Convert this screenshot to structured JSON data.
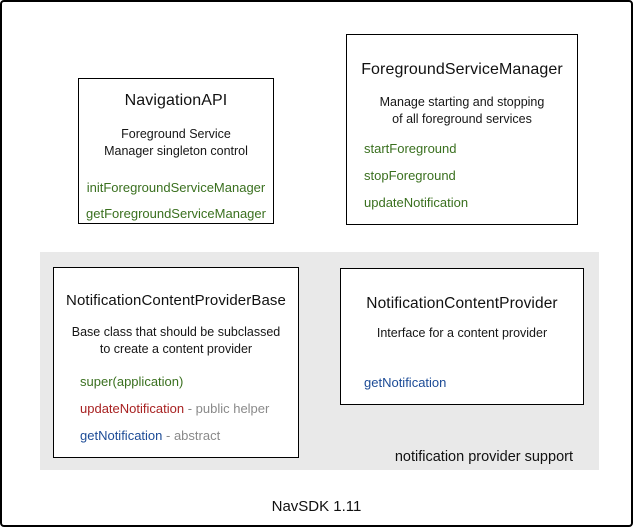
{
  "colors": {
    "green": "#3a701f",
    "red": "#a82222",
    "blue": "#1c4b96",
    "gray": "#8a8a8a",
    "panel_bg": "#e9e9e9"
  },
  "boxes": {
    "navigation_api": {
      "title": "NavigationAPI",
      "description_lines": [
        "Foreground Service",
        "Manager singleton control"
      ],
      "methods": [
        {
          "name": "initForegroundServiceManager"
        },
        {
          "name": "getForegroundServiceManager"
        }
      ]
    },
    "foreground_service_manager": {
      "title": "ForegroundServiceManager",
      "description_lines": [
        "Manage starting and stopping",
        "of all foreground services"
      ],
      "methods": [
        {
          "name": "startForeground"
        },
        {
          "name": "stopForeground"
        },
        {
          "name": "updateNotification"
        }
      ]
    },
    "notification_content_provider_base": {
      "title": "NotificationContentProviderBase",
      "description_lines": [
        "Base class that should be subclassed",
        "to create a content provider"
      ],
      "methods": [
        {
          "name": "super(application)",
          "suffix": ""
        },
        {
          "name": "updateNotification",
          "suffix": " - public helper"
        },
        {
          "name": "getNotification",
          "suffix": " - abstract"
        }
      ]
    },
    "notification_content_provider": {
      "title": "NotificationContentProvider",
      "description_lines": [
        "Interface for a content provider"
      ],
      "methods": [
        {
          "name": "getNotification"
        }
      ]
    }
  },
  "panel": {
    "label": "notification provider support"
  },
  "footer": {
    "label": "NavSDK 1.11"
  }
}
